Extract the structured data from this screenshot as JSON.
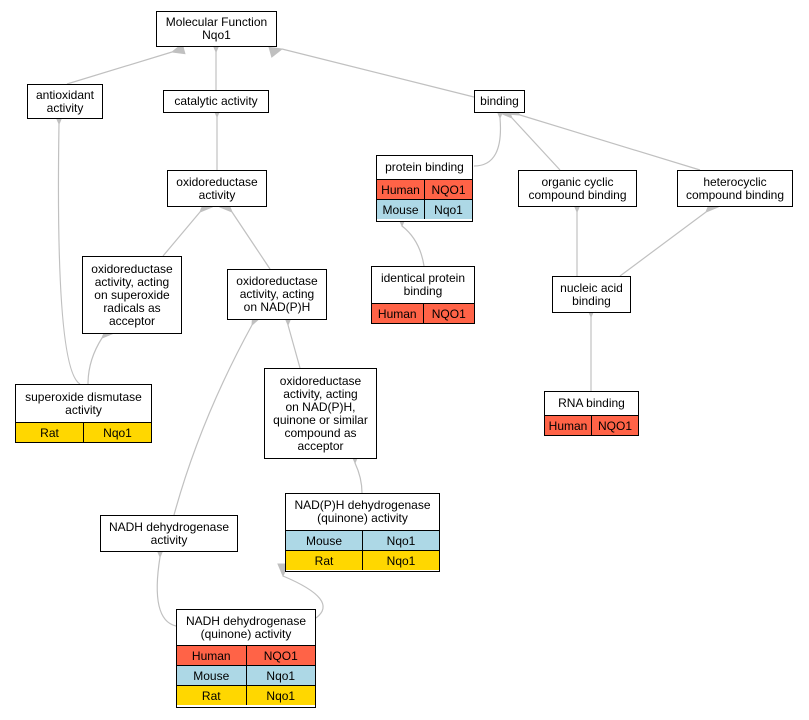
{
  "diagram": {
    "colors": {
      "human": "#ff6347",
      "mouse": "#add8e6",
      "rat": "#ffd700",
      "edge": "#c0c0c0"
    },
    "nodes": {
      "molecular_function": {
        "label": "Molecular Function\nNqo1"
      },
      "antioxidant": {
        "label": "antioxidant\nactivity"
      },
      "catalytic": {
        "label": "catalytic activity"
      },
      "binding": {
        "label": "binding"
      },
      "oxidoreductase": {
        "label": "oxidoreductase\nactivity"
      },
      "protein_binding": {
        "label": "protein binding",
        "rows": [
          {
            "species": "Human",
            "gene": "NQO1"
          },
          {
            "species": "Mouse",
            "gene": "Nqo1"
          }
        ]
      },
      "organic_cyclic": {
        "label": "organic cyclic\ncompound binding"
      },
      "heterocyclic": {
        "label": "heterocyclic\ncompound binding"
      },
      "oxred_superoxide": {
        "label": "oxidoreductase\nactivity, acting\non superoxide\nradicals as\nacceptor"
      },
      "oxred_nadph": {
        "label": "oxidoreductase\nactivity, acting\non NAD(P)H"
      },
      "identical_protein": {
        "label": "identical protein\nbinding",
        "rows": [
          {
            "species": "Human",
            "gene": "NQO1"
          }
        ]
      },
      "nucleic_acid": {
        "label": "nucleic acid\nbinding"
      },
      "superoxide_dismutase": {
        "label": "superoxide dismutase\nactivity",
        "rows": [
          {
            "species": "Rat",
            "gene": "Nqo1"
          }
        ]
      },
      "oxred_quinone": {
        "label": "oxidoreductase\nactivity, acting\non NAD(P)H,\nquinone or similar\ncompound as\nacceptor"
      },
      "rna_binding": {
        "label": "RNA binding",
        "rows": [
          {
            "species": "Human",
            "gene": "NQO1"
          }
        ]
      },
      "nadph_dehydrogenase_quinone": {
        "label": "NAD(P)H dehydrogenase\n(quinone) activity",
        "rows": [
          {
            "species": "Mouse",
            "gene": "Nqo1"
          },
          {
            "species": "Rat",
            "gene": "Nqo1"
          }
        ]
      },
      "nadh_dehydrogenase": {
        "label": "NADH dehydrogenase\nactivity"
      },
      "nadh_dehydrogenase_quinone": {
        "label": "NADH dehydrogenase\n(quinone) activity",
        "rows": [
          {
            "species": "Human",
            "gene": "NQO1"
          },
          {
            "species": "Mouse",
            "gene": "Nqo1"
          },
          {
            "species": "Rat",
            "gene": "Nqo1"
          }
        ]
      }
    },
    "edges": [
      {
        "from": "antioxidant",
        "to": "molecular_function"
      },
      {
        "from": "catalytic",
        "to": "molecular_function"
      },
      {
        "from": "binding",
        "to": "molecular_function"
      },
      {
        "from": "oxidoreductase",
        "to": "catalytic"
      },
      {
        "from": "protein_binding",
        "to": "binding"
      },
      {
        "from": "organic_cyclic",
        "to": "binding"
      },
      {
        "from": "heterocyclic",
        "to": "binding"
      },
      {
        "from": "oxred_superoxide",
        "to": "oxidoreductase"
      },
      {
        "from": "oxred_nadph",
        "to": "oxidoreductase"
      },
      {
        "from": "identical_protein",
        "to": "protein_binding"
      },
      {
        "from": "nucleic_acid",
        "to": "organic_cyclic"
      },
      {
        "from": "nucleic_acid",
        "to": "heterocyclic"
      },
      {
        "from": "superoxide_dismutase",
        "to": "antioxidant"
      },
      {
        "from": "superoxide_dismutase",
        "to": "oxred_superoxide"
      },
      {
        "from": "oxred_quinone",
        "to": "oxred_nadph"
      },
      {
        "from": "rna_binding",
        "to": "nucleic_acid"
      },
      {
        "from": "nadph_dehydrogenase_quinone",
        "to": "oxred_quinone"
      },
      {
        "from": "nadh_dehydrogenase",
        "to": "oxred_nadph"
      },
      {
        "from": "nadh_dehydrogenase_quinone",
        "to": "nadh_dehydrogenase"
      },
      {
        "from": "nadh_dehydrogenase_quinone",
        "to": "nadph_dehydrogenase_quinone"
      }
    ]
  }
}
